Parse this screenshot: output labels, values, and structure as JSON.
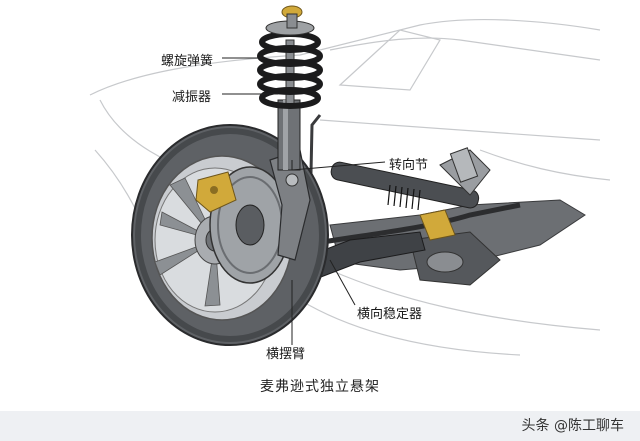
{
  "labels": {
    "coil_spring": "螺旋弹簧",
    "shock_absorber": "减振器",
    "steering_knuckle": "转向节",
    "stabilizer_bar": "横向稳定器",
    "control_arm": "横摆臂"
  },
  "caption": "麦弗逊式独立悬架",
  "watermark": "头条 @陈工聊车"
}
